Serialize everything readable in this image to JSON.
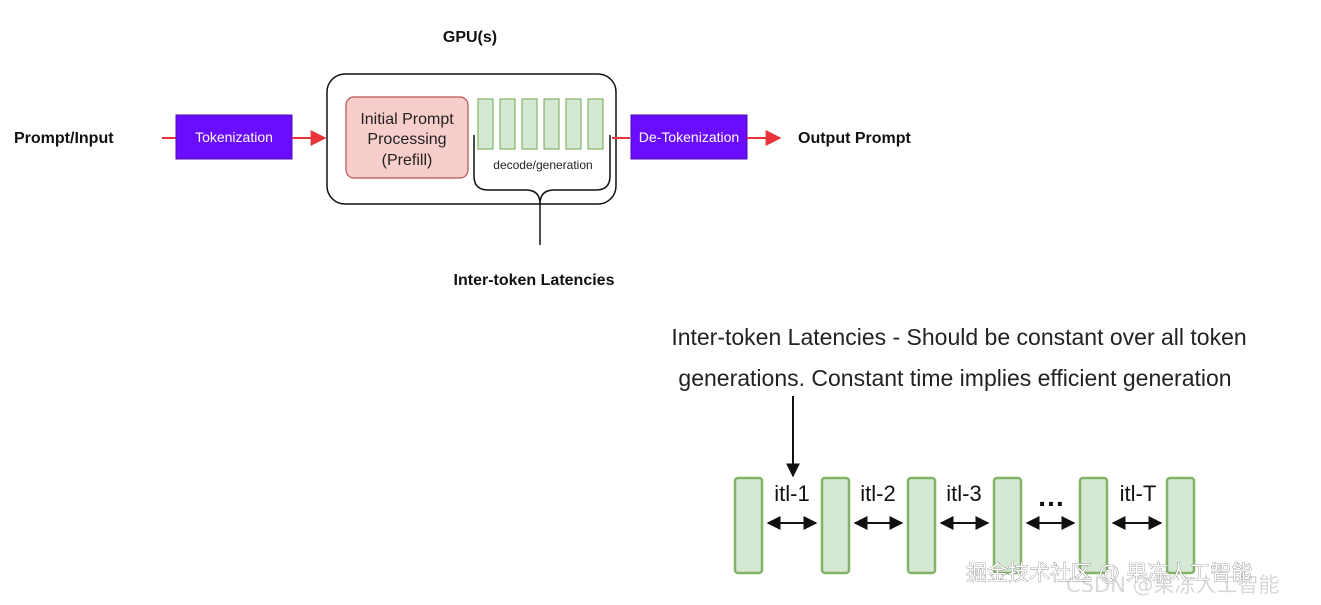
{
  "top_diagram": {
    "gpu_label": "GPU(s)",
    "prompt_input": "Prompt/Input",
    "tokenization": "Tokenization",
    "prefill_lines": [
      "Initial Prompt",
      "Processing",
      "(Prefill)"
    ],
    "decode_label": "decode/generation",
    "de_tokenization": "De-Tokenization",
    "output_prompt": "Output Prompt",
    "inter_token_label": "Inter-token Latencies",
    "decode_block_count": 6
  },
  "bottom_diagram": {
    "description_lines": [
      "Inter-token Latencies - Should be constant over all token",
      "generations. Constant time implies efficient generation"
    ],
    "itl_labels": [
      "itl-1",
      "itl-2",
      "itl-3",
      "itl-T"
    ],
    "ellipsis": "…"
  },
  "colors": {
    "arrow_red": "#e8333a",
    "token_purple": "#6a0dff",
    "prefill_fill": "#f8cecc",
    "prefill_stroke": "#b85450",
    "green_fill": "#d5e8d4",
    "green_stroke": "#82b366",
    "dark": "#111111"
  },
  "watermark": {
    "main": "掘金技术社区 @ 果冻人工智能",
    "faint": "CSDN @果冻人工智能"
  }
}
